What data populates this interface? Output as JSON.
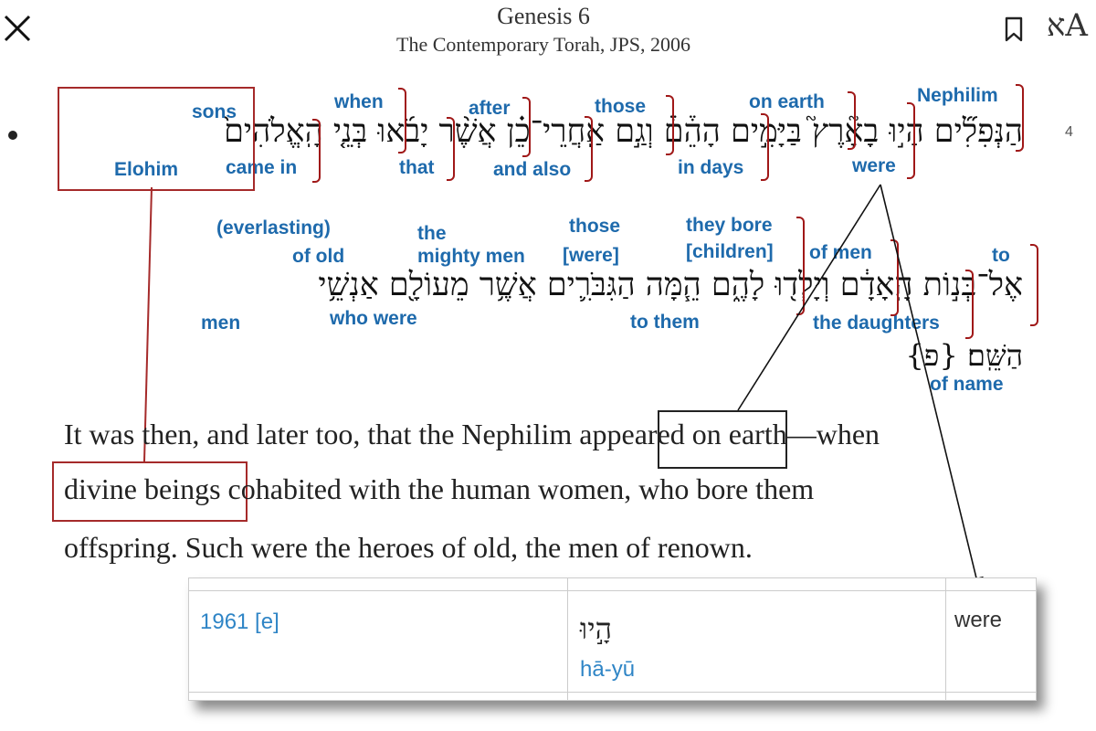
{
  "header": {
    "title": "Genesis 6",
    "subtitle": "The Contemporary Torah, JPS, 2006",
    "close_icon": "close-icon",
    "bookmark_icon": "bookmark-icon",
    "font_toggle_label": "אA"
  },
  "verse": {
    "number": "4",
    "hebrew_line1": "הַנְּפִלִ֞ים הָי֣וּ בָאָ֘רֶץ֮ בַּיָּמִ֣ים הָהֵ֒ם֒ וְגַ֣ם אַֽחֲרֵי־כֵ֗ן אֲשֶׁ֨ר יָבֹ֜אוּ בְּנֵ֤י הָֽאֱלֹהִים֙",
    "hebrew_line2": "אֶל־בְּנ֣וֹת הָֽאָדָ֔ם וְיָלְד֖וּ לָהֶ֑ם הֵ֧מָּה הַגִּבֹּרִ֛ים אֲשֶׁ֥ר מֵעוֹלָ֖ם אַנְשֵׁ֥י",
    "hebrew_line3": "הַשֵּֽׁם׃ {פ}",
    "glosses": {
      "nephilim": "Nephilim",
      "were": "were",
      "on_earth": "on earth",
      "in_days": "in days",
      "those1": "those",
      "and_also": "and also",
      "after": "after",
      "that": "that",
      "when": "when",
      "came_in": "came in",
      "sons": "sons",
      "elohim": "Elohim",
      "to": "to",
      "the_daughters": "the daughters",
      "of_men": "of men",
      "they_bore": "they bore",
      "children": "[children]",
      "to_them": "to them",
      "those2": "those",
      "were2": "[were]",
      "the": "the",
      "mighty_men": "mighty men",
      "who_were": "who were",
      "everlasting": "(everlasting)",
      "of_old": "of old",
      "men": "men",
      "of_name": "of name"
    }
  },
  "translation": {
    "line1_a": "It was then, and later too, that the Nephilim ",
    "line1_highlight": "appeared",
    "line1_b": " on earth—when",
    "line2_highlight": "divine beings",
    "line2_b": " cohabited with the human women, who bore them",
    "line3": "offspring. Such were the heroes of old, the men of renown."
  },
  "lexicon": {
    "strongs": "1961 [e]",
    "hebrew": "הָ֣יוּ",
    "translit": "hā-yū",
    "english": "were"
  },
  "colors": {
    "gloss_blue": "#1e6aac",
    "bracket_red": "#a01818",
    "link_blue": "#2f85c6"
  }
}
